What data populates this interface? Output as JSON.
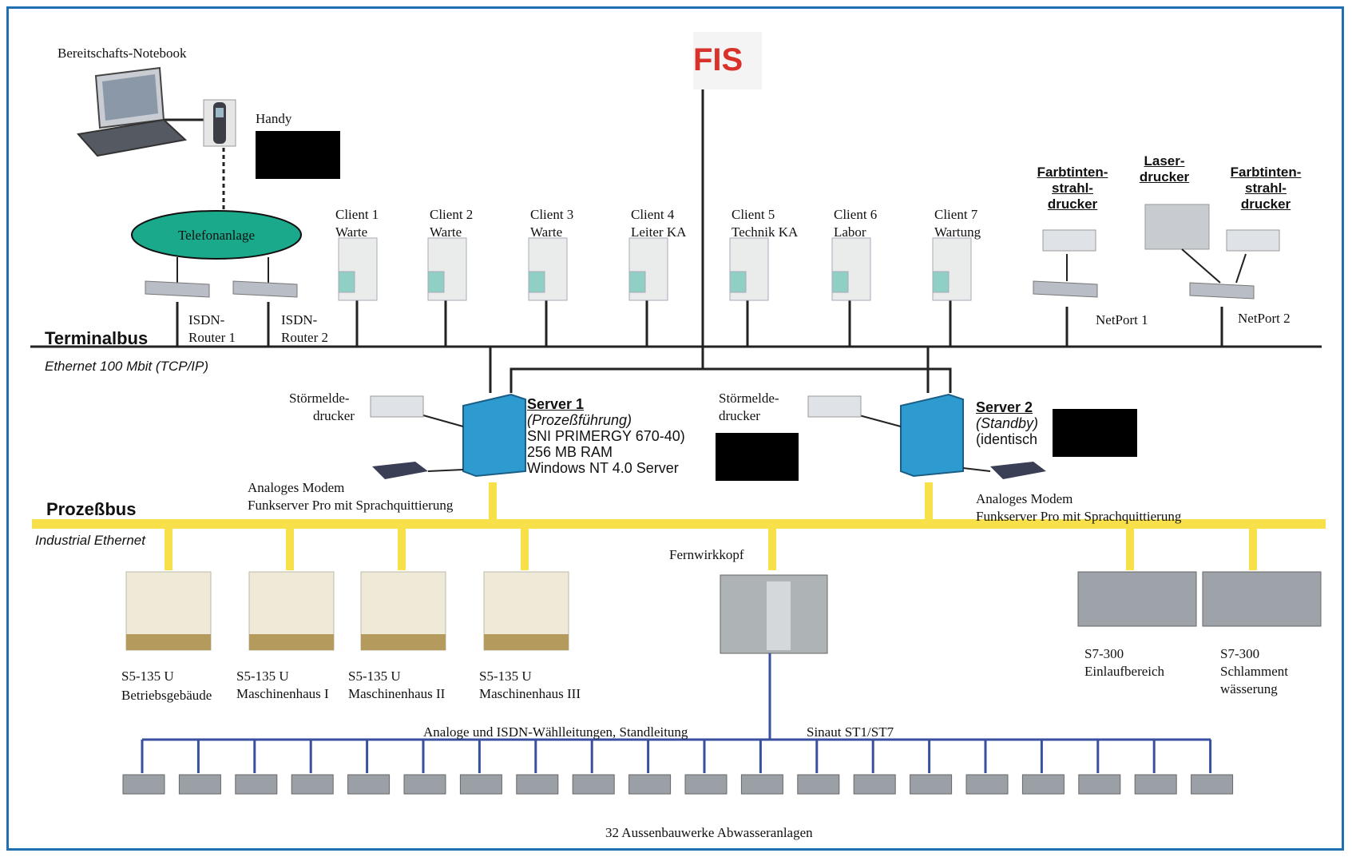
{
  "labels": {
    "notebook": "Bereitschafts-Notebook",
    "handy": "Handy",
    "telefonanlage": "Telefonanlage",
    "isdn1_l1": "ISDN-",
    "isdn1_l2": "Router 1",
    "isdn2_l1": "ISDN-",
    "isdn2_l2": "Router 2",
    "terminalbus": "Terminalbus",
    "ethernet": "Ethernet 100 Mbit (TCP/IP)",
    "prozessbus": "Prozeßbus",
    "industrial": "Industrial Ethernet",
    "fernwirkkopf": "Fernwirkkopf",
    "sinaut": "Sinaut ST1/ST7",
    "analoge": "Analoge und ISDN-Wählleitungen, Standleitung",
    "aussen": "32 Aussenbauwerke Abwasseranlagen",
    "netport1": "NetPort 1",
    "netport2": "NetPort 2",
    "stoer_l1": "Störmelde-",
    "stoer_l2": "drucker",
    "stoer2_l1": "Störmelde-",
    "stoer2_l2": "drucker",
    "modem1_l1": "Analoges Modem",
    "modem1_l2": "Funkserver Pro mit Sprachquittierung",
    "modem2_l1": "Analoges Modem",
    "modem2_l2": "Funkserver Pro mit Sprachquittierung"
  },
  "clients": [
    {
      "l1": "Client 1",
      "l2": "Warte"
    },
    {
      "l1": "Client 2",
      "l2": "Warte"
    },
    {
      "l1": "Client 3",
      "l2": "Warte"
    },
    {
      "l1": "Client 4",
      "l2": "Leiter KA"
    },
    {
      "l1": "Client 5",
      "l2": "Technik KA"
    },
    {
      "l1": "Client 6",
      "l2": "Labor"
    },
    {
      "l1": "Client 7",
      "l2": "Wartung"
    }
  ],
  "printers": {
    "farb1": [
      "Farbtinten-",
      "strahl-",
      "drucker"
    ],
    "laser": [
      "Laser-",
      "drucker"
    ],
    "farb2": [
      "Farbtinten-",
      "strahl-",
      "drucker"
    ]
  },
  "server1": {
    "title": "Server 1",
    "role": "(Prozeßführung)",
    "model": "SNI PRIMERGY 670-40)",
    "ram": "256 MB RAM",
    "os": "Windows NT 4.0 Server"
  },
  "server2": {
    "title": "Server 2",
    "role": "(Standby)",
    "note": "(identisch"
  },
  "plcs": [
    {
      "l1": "S5-135 U",
      "l2": "Betriebsgebäude"
    },
    {
      "l1": "S5-135 U",
      "l2": "Maschinenhaus I"
    },
    {
      "l1": "S5-135 U",
      "l2": "Maschinenhaus II"
    },
    {
      "l1": "S5-135 U",
      "l2": "Maschinenhaus III"
    }
  ],
  "s7": [
    {
      "l1": "S7-300",
      "l2": "Einlaufbereich",
      "l3": ""
    },
    {
      "l1": "S7-300",
      "l2": "Schlamment",
      "l3": "wässerung"
    }
  ],
  "logo": "FIS",
  "colors": {
    "frame": "#1f6fb2",
    "prozessbus": "#f7e04a",
    "bus": "#222222",
    "fieldline": "#3a4fa0",
    "telefon": "#1aa98a"
  }
}
